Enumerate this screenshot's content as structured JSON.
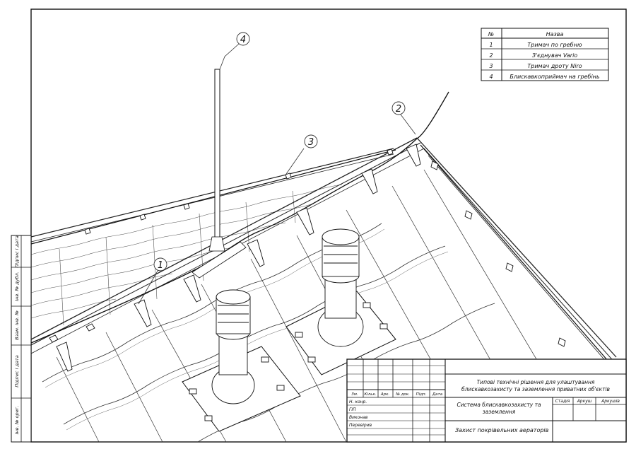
{
  "parts_table": {
    "header_no": "№",
    "header_name": "Назва",
    "rows": [
      {
        "no": "1",
        "name": "Тримач по гребню"
      },
      {
        "no": "2",
        "name": "З'єднувач Vario"
      },
      {
        "no": "3",
        "name": "Тримач дроту Niro"
      },
      {
        "no": "4",
        "name": "Блискавкоприймач на гребінь"
      }
    ]
  },
  "callouts": [
    "1",
    "2",
    "3",
    "4"
  ],
  "side_stamp": [
    "Підпис і дата",
    "Інв. № дубл.",
    "Взам. інв. №",
    "Підпис і дата",
    "Інв. № ориг."
  ],
  "title_block": {
    "col_headers": [
      "Зм.",
      "Кільк.",
      "Арк.",
      "№ док.",
      "Підп.",
      "Дата"
    ],
    "roles": [
      "Н. конр.",
      "ГІП",
      "Виконав",
      "Перевірив"
    ],
    "project_title_line1": "Типові технічні рішення для улаштування",
    "project_title_line2": "блискавкозахисту та заземлення приватних об'єктів",
    "system_title_line1": "Система блискавкозахисту та",
    "system_title_line2": "заземлення",
    "stage_label": "Стадія",
    "sheet_label": "Аркуш",
    "sheets_label": "Аркушів",
    "drawing_title": "Захист покрівельних аераторів"
  }
}
